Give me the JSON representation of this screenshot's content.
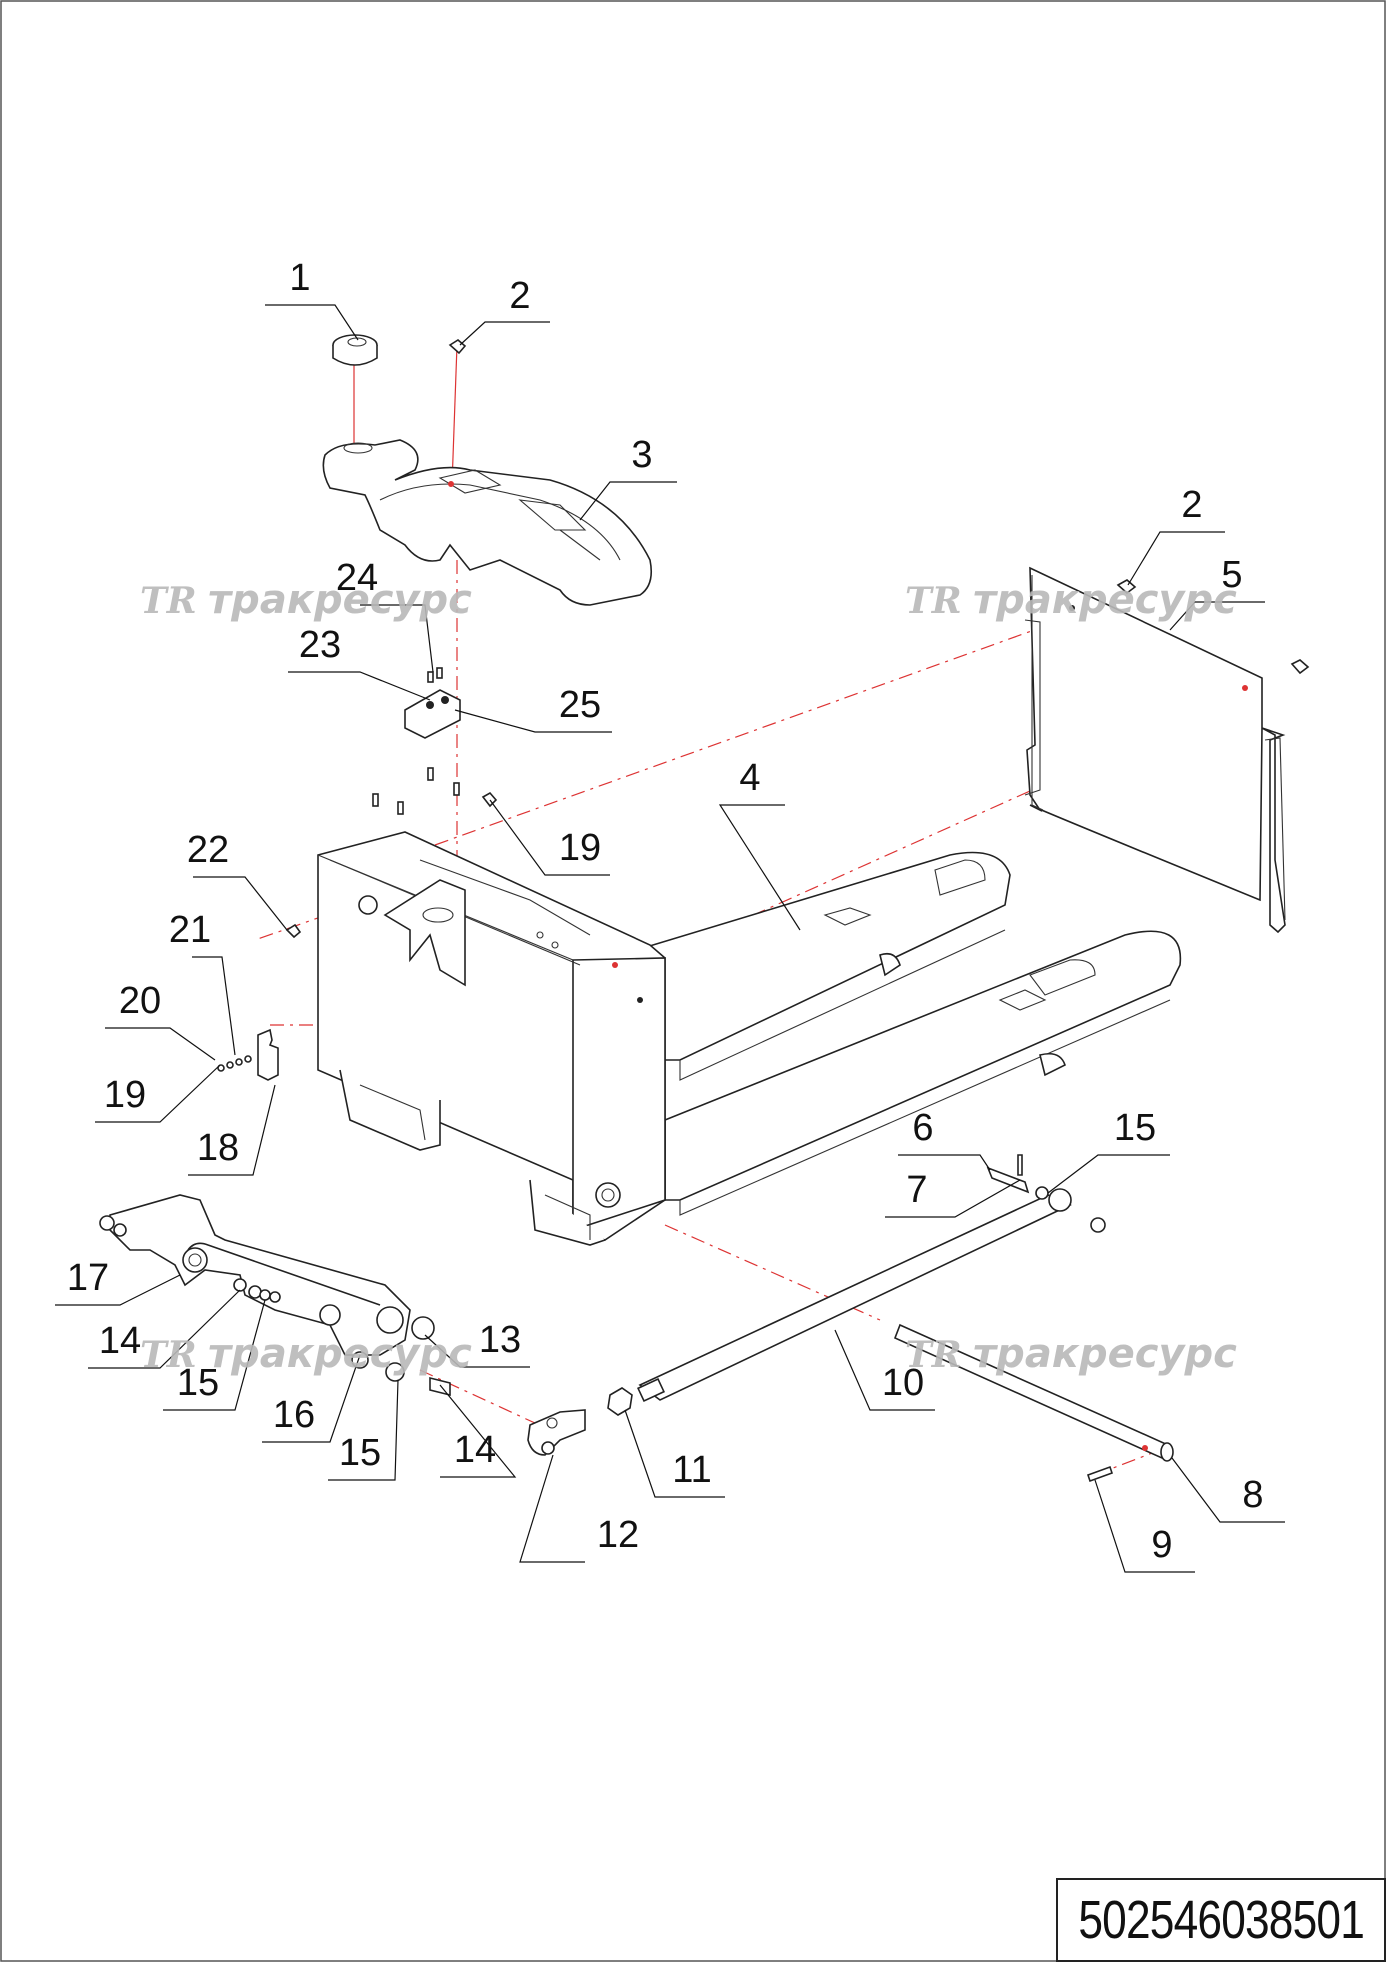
{
  "document": {
    "code": "502546038501"
  },
  "watermark": {
    "logo": "TR",
    "text": "тракресурс"
  },
  "callouts": [
    {
      "id": "c1",
      "label": "1"
    },
    {
      "id": "c2a",
      "label": "2"
    },
    {
      "id": "c3",
      "label": "3"
    },
    {
      "id": "c2b",
      "label": "2"
    },
    {
      "id": "c5",
      "label": "5"
    },
    {
      "id": "c24",
      "label": "24"
    },
    {
      "id": "c23",
      "label": "23"
    },
    {
      "id": "c25",
      "label": "25"
    },
    {
      "id": "c4",
      "label": "4"
    },
    {
      "id": "c19a",
      "label": "19"
    },
    {
      "id": "c22",
      "label": "22"
    },
    {
      "id": "c21",
      "label": "21"
    },
    {
      "id": "c20",
      "label": "20"
    },
    {
      "id": "c19b",
      "label": "19"
    },
    {
      "id": "c18",
      "label": "18"
    },
    {
      "id": "c6",
      "label": "6"
    },
    {
      "id": "c15a",
      "label": "15"
    },
    {
      "id": "c7",
      "label": "7"
    },
    {
      "id": "c17",
      "label": "17"
    },
    {
      "id": "c14a",
      "label": "14"
    },
    {
      "id": "c13",
      "label": "13"
    },
    {
      "id": "c15b",
      "label": "15"
    },
    {
      "id": "c10",
      "label": "10"
    },
    {
      "id": "c16",
      "label": "16"
    },
    {
      "id": "c15c",
      "label": "15"
    },
    {
      "id": "c14b",
      "label": "14"
    },
    {
      "id": "c11",
      "label": "11"
    },
    {
      "id": "c8",
      "label": "8"
    },
    {
      "id": "c12",
      "label": "12"
    },
    {
      "id": "c9",
      "label": "9"
    }
  ]
}
